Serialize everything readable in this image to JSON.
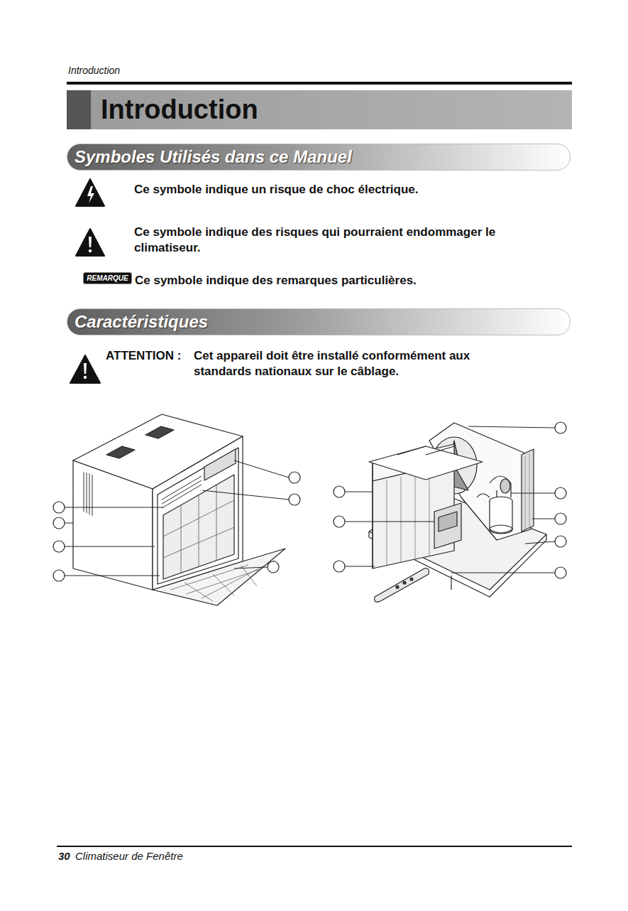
{
  "diagram": {
    "title": "Introduction",
    "nodes": [
      {
        "text": [
          "Symboles Utilisés dans ce Manuel"
        ]
      },
      {
        "text": [
          "REMARQUE"
        ]
      },
      {
        "text": [
          "Caractéristiques"
        ]
      }
    ],
    "labels": [
      "Introduction",
      "Ce symbole indique un risque de choc électrique.",
      "Ce symbole indique des risques qui pourraient endommager le climatiseur.",
      "Ce symbole indique des remarques particulières.",
      "ATTENTION :",
      "Cet appareil doit être installé conformément aux standards nationaux sur le câblage.",
      "30",
      "Climatiseur de Fenêtre"
    ]
  }
}
